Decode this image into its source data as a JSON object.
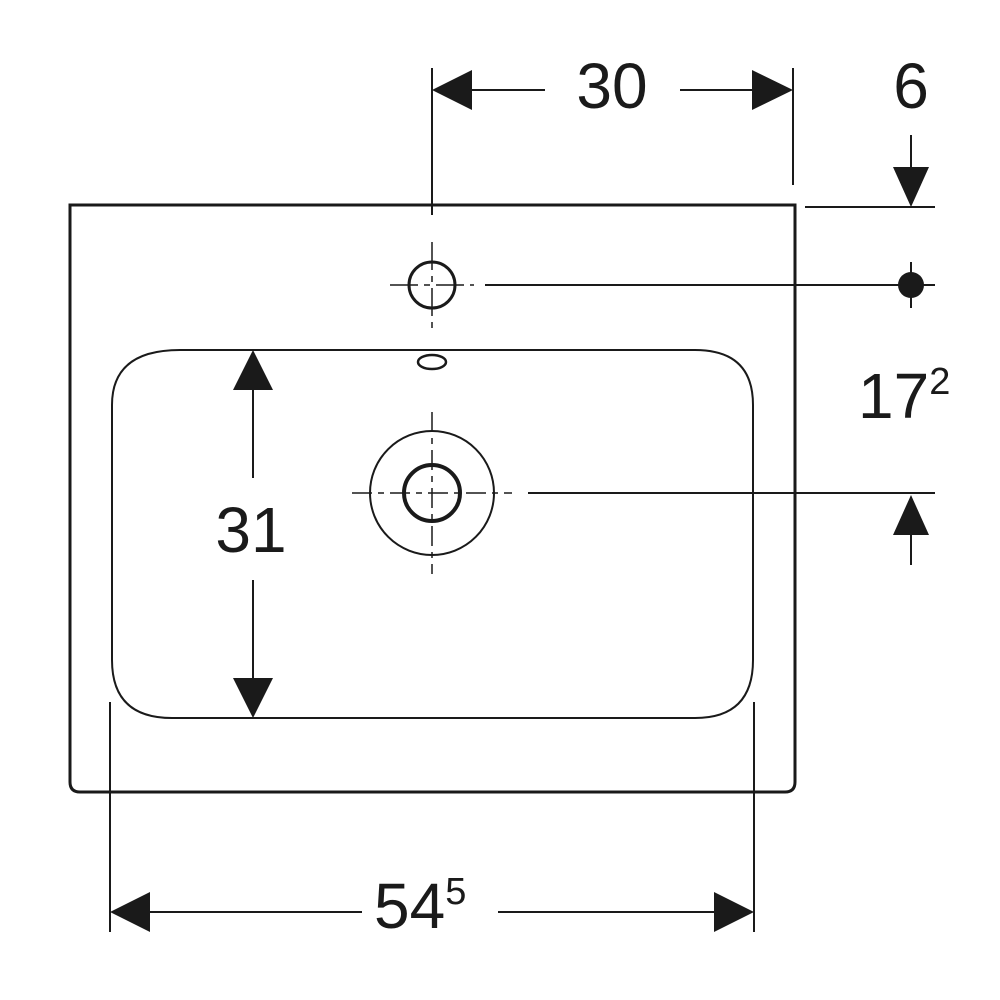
{
  "dimensions": {
    "tap_hole_offset": {
      "value": "30"
    },
    "tap_hole_from_edge": {
      "value": "6"
    },
    "tap_to_drain": {
      "base": "17",
      "sup": "2"
    },
    "bowl_depth": {
      "value": "31"
    },
    "bowl_width": {
      "base": "54",
      "sup": "5"
    }
  },
  "colors": {
    "line": "#1a1a1a",
    "background": "#ffffff"
  }
}
